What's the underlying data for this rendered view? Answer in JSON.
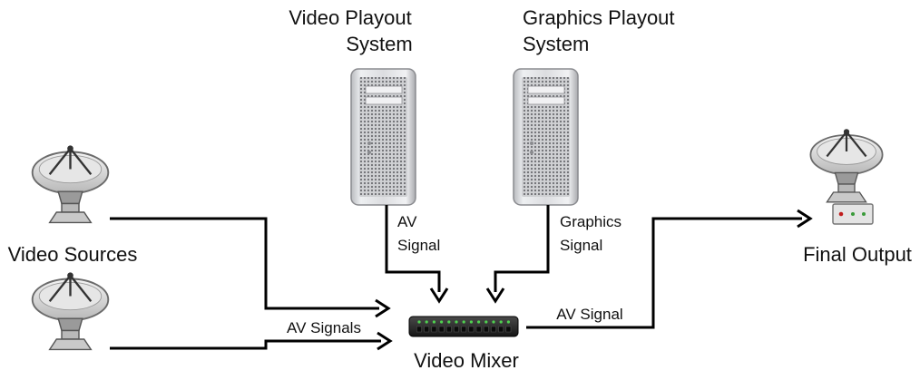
{
  "nodes": {
    "video_playout": {
      "line1": "Video Playout",
      "line2": "System"
    },
    "graphics_playout": {
      "line1": "Graphics Playout",
      "line2": "System"
    },
    "video_sources": {
      "label": "Video Sources"
    },
    "video_mixer": {
      "label": "Video Mixer"
    },
    "final_output": {
      "label": "Final Output"
    }
  },
  "signals": {
    "av_from_playout": {
      "line1": "AV",
      "line2": "Signal"
    },
    "graphics_from_playout": {
      "line1": "Graphics",
      "line2": "Signal"
    },
    "av_from_sources": {
      "label": "AV Signals"
    },
    "av_to_output": {
      "label": "AV Signal"
    }
  },
  "icons": {
    "satellite": "satellite-dish-icon",
    "tower": "computer-tower-icon",
    "mixer": "video-mixer-icon",
    "output": "satellite-output-icon"
  },
  "colors": {
    "wire": "#000000",
    "text": "#111111",
    "tower_body": "#d9dadd",
    "mixer_body": "#2a2a2a",
    "mixer_led": "#4fd14f"
  }
}
